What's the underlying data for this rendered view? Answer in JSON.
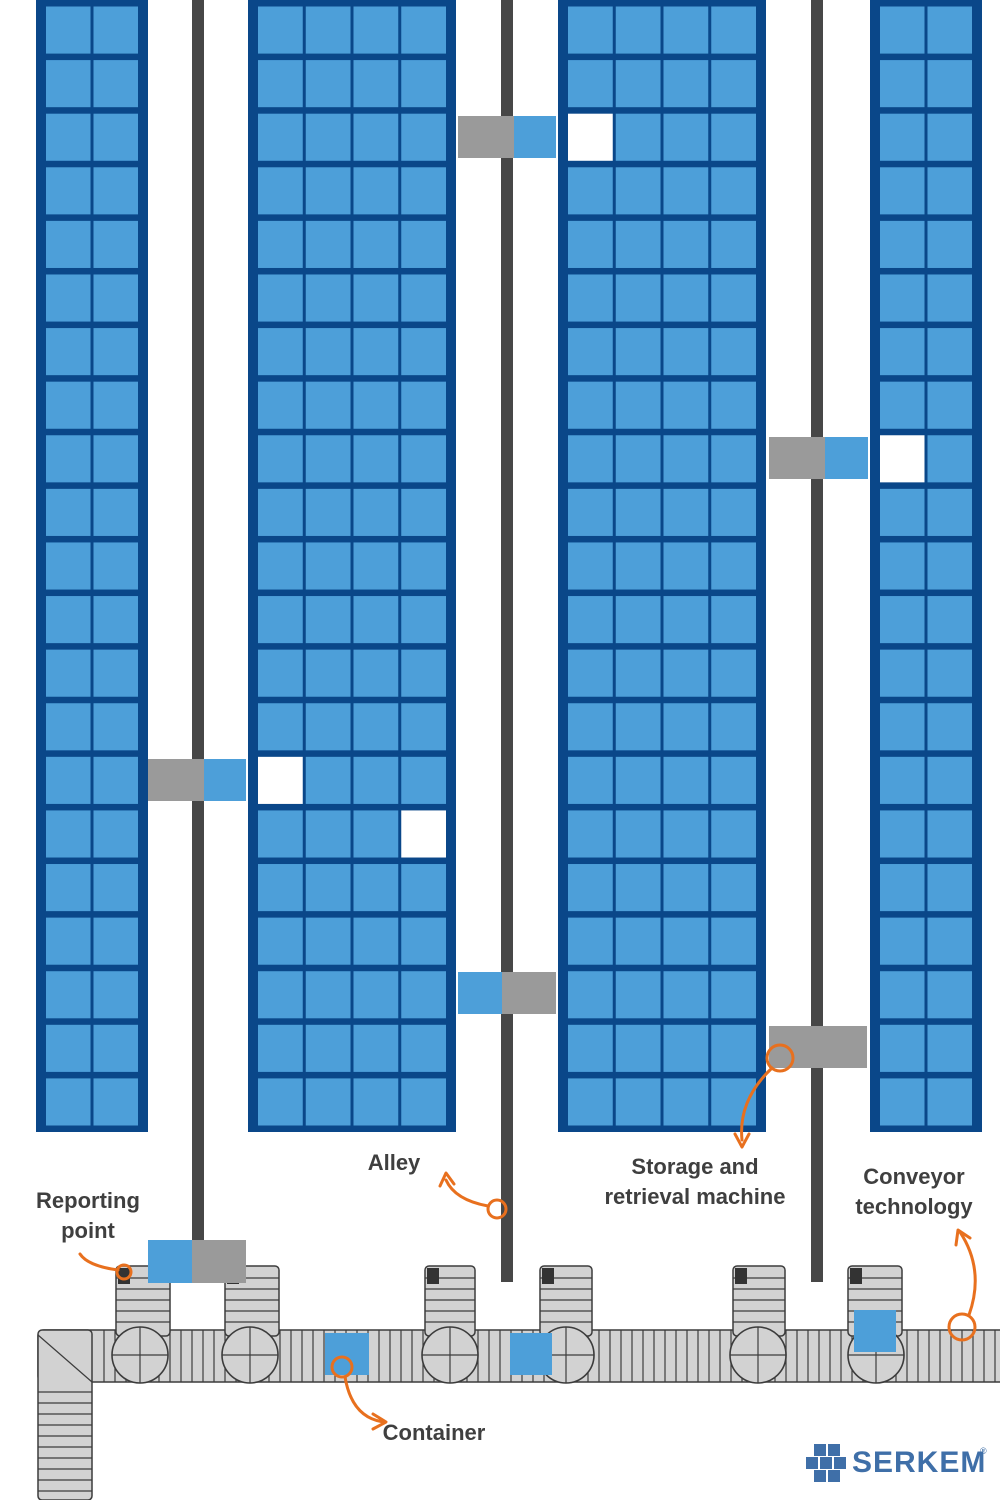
{
  "labels": {
    "alley": "Alley",
    "srm": "Storage and\nretrieval machine",
    "conveyor": "Conveyor\ntechnology",
    "reporting_point": "Reporting\npoint",
    "container": "Container"
  },
  "logo": {
    "name": "SERKEM",
    "registered": "®"
  },
  "colors": {
    "rack": "#0a4789",
    "bin": "#4d9fd9",
    "empty_bin": "#ffffff",
    "rail": "#474747",
    "shuttle": "#9a9a9a",
    "conveyor_fill": "#d2d2d2",
    "conveyor_line": "#3c3c3c",
    "callout": "#e8701e",
    "label": "#3f3f3f",
    "logo": "#3f6fa8"
  },
  "icons": [
    "serkem-logo-icon"
  ]
}
